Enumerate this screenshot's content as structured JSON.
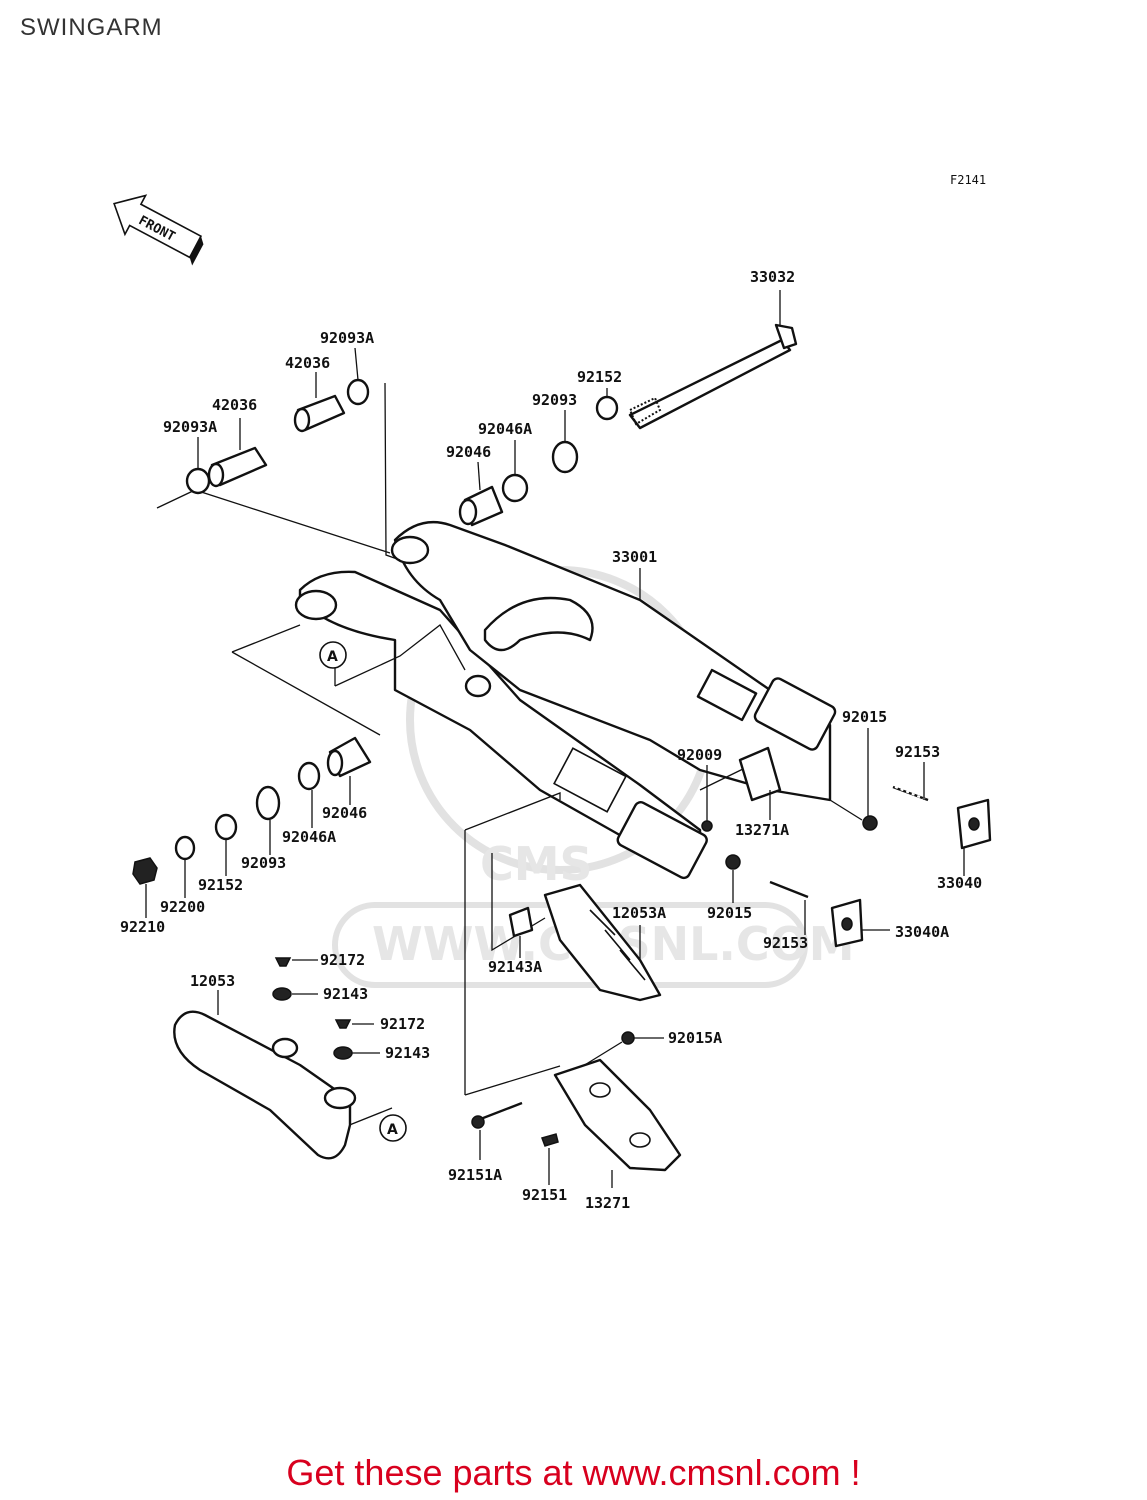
{
  "title": "SWINGARM",
  "figure_code": "F2141",
  "front_arrow_label": "FRONT",
  "watermark": "WWW.CMSNL.COM",
  "watermark_logo": "CMS",
  "reference_marker": "A",
  "call_to_action": "Get these parts at www.cmsnl.com !",
  "colors": {
    "call_to_action": "#d8001e",
    "line": "#111111",
    "watermark": "#e2e2e2"
  },
  "parts": [
    {
      "id": "p33032",
      "number": "33032"
    },
    {
      "id": "p92093A_top",
      "number": "92093A"
    },
    {
      "id": "p42036_top",
      "number": "42036"
    },
    {
      "id": "p42036_left",
      "number": "42036"
    },
    {
      "id": "p92093A_left",
      "number": "92093A"
    },
    {
      "id": "p92152_top",
      "number": "92152"
    },
    {
      "id": "p92093_top",
      "number": "92093"
    },
    {
      "id": "p92046A_top",
      "number": "92046A"
    },
    {
      "id": "p92046_top",
      "number": "92046"
    },
    {
      "id": "p33001",
      "number": "33001"
    },
    {
      "id": "p92015_right",
      "number": "92015"
    },
    {
      "id": "p92153_right",
      "number": "92153"
    },
    {
      "id": "p92009",
      "number": "92009"
    },
    {
      "id": "p13271A",
      "number": "13271A"
    },
    {
      "id": "p33040",
      "number": "33040"
    },
    {
      "id": "p92046_bottom",
      "number": "92046"
    },
    {
      "id": "p92046A_bottom",
      "number": "92046A"
    },
    {
      "id": "p92093_bottom",
      "number": "92093"
    },
    {
      "id": "p92152_bottom",
      "number": "92152"
    },
    {
      "id": "p92200",
      "number": "92200"
    },
    {
      "id": "p92210",
      "number": "92210"
    },
    {
      "id": "p92015_mid",
      "number": "92015"
    },
    {
      "id": "p12053A",
      "number": "12053A"
    },
    {
      "id": "p92153_mid",
      "number": "92153"
    },
    {
      "id": "p33040A",
      "number": "33040A"
    },
    {
      "id": "p92143A",
      "number": "92143A"
    },
    {
      "id": "p92172_a",
      "number": "92172"
    },
    {
      "id": "p12053",
      "number": "12053"
    },
    {
      "id": "p92143_a",
      "number": "92143"
    },
    {
      "id": "p92172_b",
      "number": "92172"
    },
    {
      "id": "p92143_b",
      "number": "92143"
    },
    {
      "id": "p92015A",
      "number": "92015A"
    },
    {
      "id": "p92151A",
      "number": "92151A"
    },
    {
      "id": "p92151",
      "number": "92151"
    },
    {
      "id": "p13271",
      "number": "13271"
    }
  ]
}
